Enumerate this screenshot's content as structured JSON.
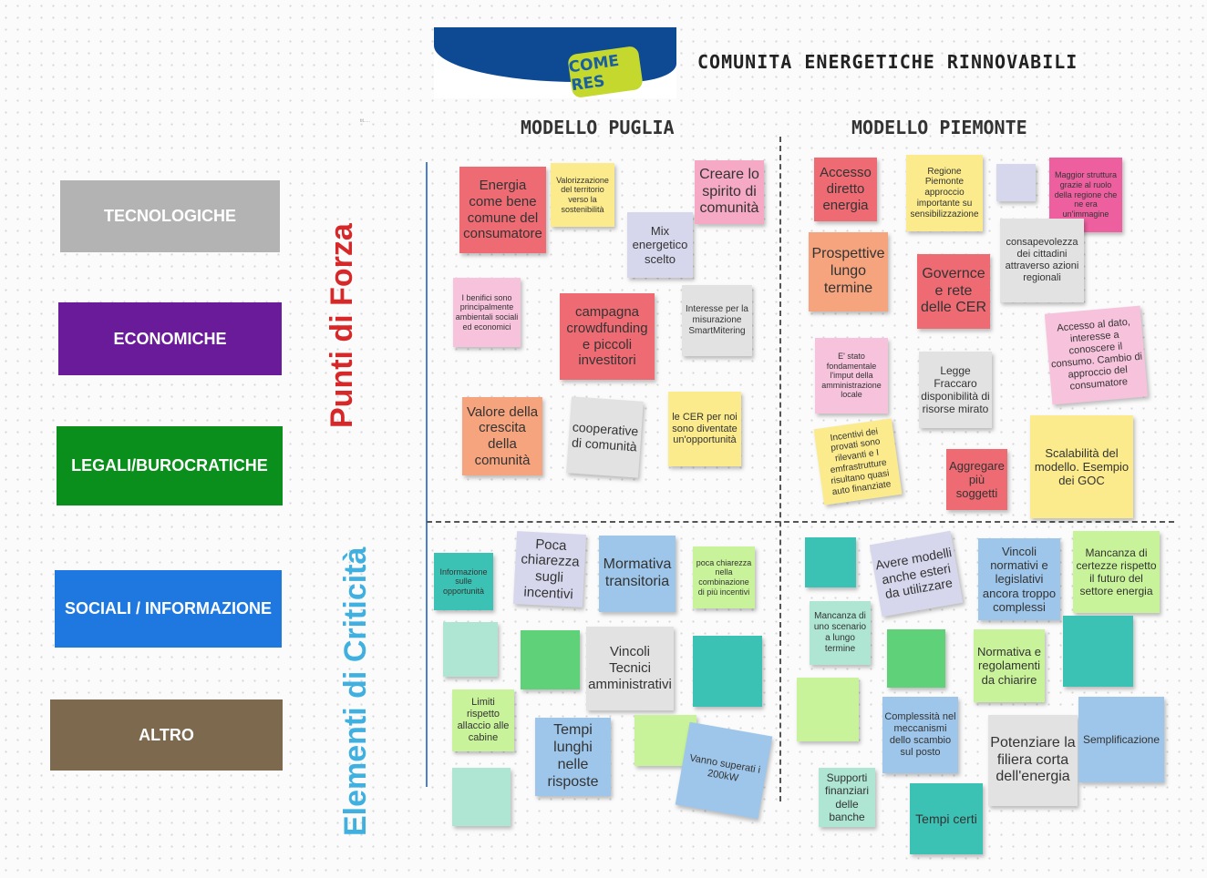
{
  "header": {
    "logo_text": "COME RES",
    "title": "COMUNITA ENERGETICHE RINNOVABILI",
    "tiny_label": "tit.....",
    "col_left": "MODELLO PUGLIA",
    "col_right": "MODELLO PIEMONTE"
  },
  "legend": [
    {
      "label": "TECNOLOGICHE",
      "color": "#b3b3b3"
    },
    {
      "label": "ECONOMICHE",
      "color": "#6a1b9a"
    },
    {
      "label": "LEGALI/BUROCRATICHE",
      "color": "#0a8f1c"
    },
    {
      "label": "SOCIALI / INFORMAZIONE",
      "color": "#1e78e0"
    },
    {
      "label": "ALTRO",
      "color": "#7d6a4e"
    }
  ],
  "rows": {
    "top": {
      "label": "Punti di Forza",
      "color": "#d62828"
    },
    "bottom": {
      "label": "Elementi di Criticità",
      "color": "#3fb0e0"
    }
  },
  "notes": [
    {
      "text": "Energia come bene comune del consumatore",
      "color": "#ef6b73"
    },
    {
      "text": "Valorizzazione del territorio verso la sostenibilità",
      "color": "#fbeb8c"
    },
    {
      "text": "Mix energetico scelto",
      "color": "#d6d7ec"
    },
    {
      "text": "Creare lo spirito di comunità",
      "color": "#f6a9c4"
    },
    {
      "text": "I benifici sono principalmente ambientali sociali ed economici",
      "color": "#f6c2dc"
    },
    {
      "text": "campagna crowdfunding e piccoli investitori",
      "color": "#ef6b73"
    },
    {
      "text": "Interesse per la misurazione SmartMitering",
      "color": "#e2e2e2"
    },
    {
      "text": "Valore della crescita della comunità",
      "color": "#f6a47e"
    },
    {
      "text": "cooperative di comunità",
      "color": "#e2e2e2"
    },
    {
      "text": "le CER per noi sono diventate un'opportunità",
      "color": "#fbeb8c"
    },
    {
      "text": "Accesso diretto energia",
      "color": "#ef6b73"
    },
    {
      "text": "Regione Piemonte approccio importante su sensibilizzazione",
      "color": "#fbeb8c"
    },
    {
      "text": "",
      "color": "#d6d7ec"
    },
    {
      "text": "Maggior struttura grazie al ruolo della regione che ne era un'immagine",
      "color": "#ee5fa0"
    },
    {
      "text": "Prospettive lungo termine",
      "color": "#f6a47e"
    },
    {
      "text": "Governce e rete delle CER",
      "color": "#ef6b73"
    },
    {
      "text": "consapevolezza dei cittadini attraverso azioni regionali",
      "color": "#e2e2e2"
    },
    {
      "text": "Accesso al dato, interesse a conoscere il consumo. Cambio di approccio del consumatore",
      "color": "#f6c2dc"
    },
    {
      "text": "E' stato fondamentale l'imput della amministrazione locale",
      "color": "#f6c2dc"
    },
    {
      "text": "Legge Fraccaro disponibilità di risorse mirato",
      "color": "#e2e2e2"
    },
    {
      "text": "Incentivi dei provati sono rilevanti e I emfrastrutture risultano quasi auto finanziate",
      "color": "#fbeb8c"
    },
    {
      "text": "Aggregare più soggetti",
      "color": "#ef6b73"
    },
    {
      "text": "Scalabilità del modello. Esempio dei GOC",
      "color": "#fbeb8c"
    },
    {
      "text": "Informazione sulle opportunità",
      "color": "#3cc2b4"
    },
    {
      "text": "Poca chiarezza sugli incentivi",
      "color": "#d6d7ec"
    },
    {
      "text": "Mormativa transitoria",
      "color": "#9ec6ea"
    },
    {
      "text": "poca chiarezza nella combinazione di più incentivi",
      "color": "#c9f39a"
    },
    {
      "text": "",
      "color": "#aee6d3"
    },
    {
      "text": "",
      "color": "#5fd178"
    },
    {
      "text": "Vincoli Tecnici amministrativi",
      "color": "#e2e2e2"
    },
    {
      "text": "",
      "color": "#3cc2b4"
    },
    {
      "text": "Limiti rispetto allaccio alle cabine",
      "color": "#c9f39a"
    },
    {
      "text": "Tempi lunghi nelle risposte",
      "color": "#9ec6ea"
    },
    {
      "text": "",
      "color": "#c9f39a"
    },
    {
      "text": "Vanno superati i 200kW",
      "color": "#9ec6ea"
    },
    {
      "text": "",
      "color": "#aee6d3"
    },
    {
      "text": "",
      "color": "#3cc2b4"
    },
    {
      "text": "Avere modelli anche esteri da utilizzare",
      "color": "#d6d7ec"
    },
    {
      "text": "Vincoli normativi e legislativi ancora troppo complessi",
      "color": "#9ec6ea"
    },
    {
      "text": "Mancanza di certezze rispetto il futuro del settore energia",
      "color": "#c9f39a"
    },
    {
      "text": "Mancanza di uno scenario a lungo termine",
      "color": "#aee6d3"
    },
    {
      "text": "",
      "color": "#5fd178"
    },
    {
      "text": "Normativa e regolamenti da chiarire",
      "color": "#c9f39a"
    },
    {
      "text": "",
      "color": "#3cc2b4"
    },
    {
      "text": "",
      "color": "#c9f39a"
    },
    {
      "text": "Complessità nel meccanismi dello scambio sul posto",
      "color": "#9ec6ea"
    },
    {
      "text": "Potenziare la filiera corta dell'energia",
      "color": "#e2e2e2"
    },
    {
      "text": "Semplificazione",
      "color": "#9ec6ea"
    },
    {
      "text": "Supporti finanziari delle banche",
      "color": "#aee6d3"
    },
    {
      "text": "Tempi certi",
      "color": "#3cc2b4"
    }
  ]
}
